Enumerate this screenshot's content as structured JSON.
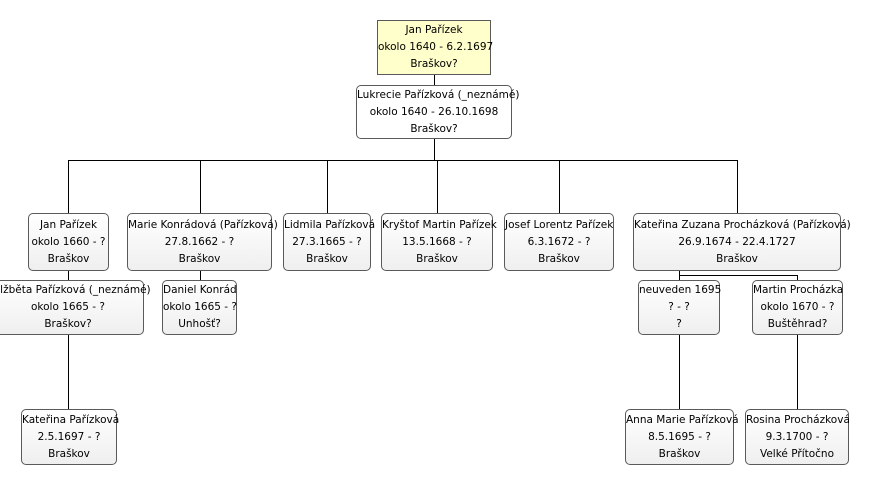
{
  "colors": {
    "root_fill": "#ffffcc",
    "node_fill": "#ffffff",
    "border": "#5a5a5a",
    "line": "#000000"
  },
  "people": {
    "jan_root": {
      "name": "Jan Pařízek",
      "dates": "okolo 1640 - 6.2.1697",
      "place": "Braškov?"
    },
    "lukrecie": {
      "name": "Lukrecie Pařízková (_neznámé)",
      "dates": "okolo 1640 - 26.10.1698",
      "place": "Braškov?"
    },
    "jan_child": {
      "name": "Jan Pařízek",
      "dates": "okolo 1660 - ?",
      "place": "Braškov"
    },
    "marie": {
      "name": "Marie Konrádová (Pařízková)",
      "dates": "27.8.1662 - ?",
      "place": "Braškov"
    },
    "lidmila": {
      "name": "Lidmila Pařízková",
      "dates": "27.3.1665 - ?",
      "place": "Braškov"
    },
    "krystof": {
      "name": "Kryštof Martin Pařízek",
      "dates": "13.5.1668 - ?",
      "place": "Braškov"
    },
    "josef": {
      "name": "Josef Lorentz Pařízek",
      "dates": "6.3.1672 - ?",
      "place": "Braškov"
    },
    "katerina_z": {
      "name": "Kateřina Zuzana Procházková (Pařízková)",
      "dates": "26.9.1674 - 22.4.1727",
      "place": "Braškov"
    },
    "alzbeta": {
      "name": "Alžběta Pařízková (_neznámé)",
      "dates": "okolo 1665 - ?",
      "place": "Braškov?"
    },
    "daniel": {
      "name": "Daniel Konrád",
      "dates": "okolo 1665 - ?",
      "place": "Unhošť?"
    },
    "neuveden": {
      "name": "neuveden 1695",
      "dates": "? - ?",
      "place": "?"
    },
    "martin": {
      "name": "Martin Procházka",
      "dates": "okolo 1670 - ?",
      "place": "Buštěhrad?"
    },
    "katerina_p": {
      "name": "Kateřina Pařízková",
      "dates": "2.5.1697 - ?",
      "place": "Braškov"
    },
    "anna": {
      "name": "Anna Marie Pařízková",
      "dates": "8.5.1695 - ?",
      "place": "Braškov"
    },
    "rosina": {
      "name": "Rosina Procházková",
      "dates": "9.3.1700 - ?",
      "place": "Velké Přítočno"
    }
  }
}
